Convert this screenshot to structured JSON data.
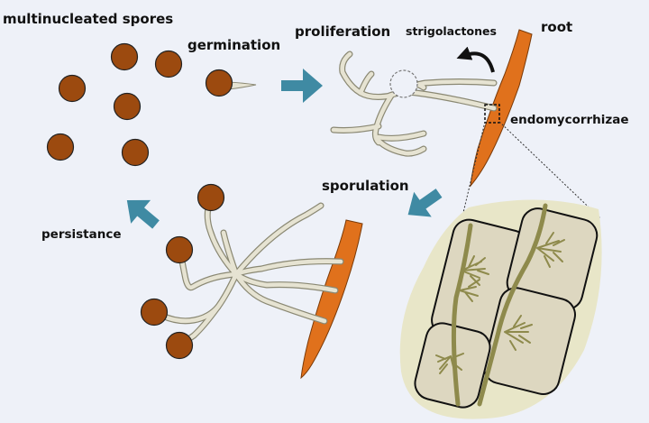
{
  "labels": {
    "spores": "multinucleated spores",
    "germination": "germination",
    "proliferation": "proliferation",
    "strigolactones": "strigolactones",
    "root": "root",
    "endomycorrhizae": "endomycorrhizae",
    "sporulation": "sporulation",
    "persistance": "persistance"
  },
  "colors": {
    "background": "#eef1f8",
    "spore": "#9c4a0f",
    "hypha_fill": "#e6e3d2",
    "hypha_outline": "#8a8873",
    "root": "#e0711c",
    "process_arrow": "#3f8aa3",
    "inset_background": "#e8e6c8",
    "plant_cell": "#ddd7c0",
    "arbuscule": "#8e8a4c"
  },
  "icons": {
    "process_arrow": "teal-block-arrow-icon",
    "signal_arrow": "curved-arrow-icon"
  }
}
